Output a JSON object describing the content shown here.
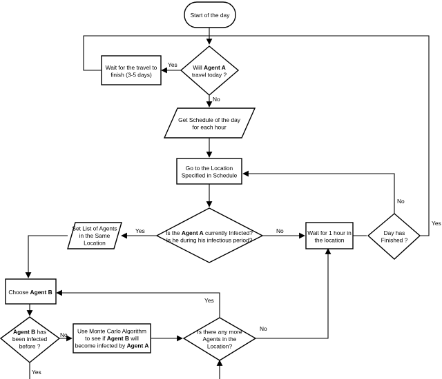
{
  "nodes": {
    "start": {
      "lines": [
        [
          {
            "t": "Start of the day"
          }
        ]
      ]
    },
    "travel_check": {
      "lines": [
        [
          {
            "t": "Will "
          },
          {
            "t": "Agent A",
            "b": true
          }
        ],
        [
          {
            "t": "travel today ?"
          }
        ]
      ]
    },
    "wait_travel": {
      "lines": [
        [
          {
            "t": "Wait for the travel to"
          }
        ],
        [
          {
            "t": "finish (3-5 days)"
          }
        ]
      ]
    },
    "schedule": {
      "lines": [
        [
          {
            "t": "Get Schedule of the day"
          }
        ],
        [
          {
            "t": "for each hour"
          }
        ]
      ]
    },
    "goto_location": {
      "lines": [
        [
          {
            "t": "Go to the Location"
          }
        ],
        [
          {
            "t": "Specified in Schedule"
          }
        ]
      ]
    },
    "infected_check": {
      "lines": [
        [
          {
            "t": "Is the "
          },
          {
            "t": "Agent A",
            "b": true
          },
          {
            "t": " currently Infected?"
          }
        ],
        [
          {
            "t": "Is he during his infectious period?"
          }
        ]
      ]
    },
    "set_list": {
      "lines": [
        [
          {
            "t": "Set List of Agents"
          }
        ],
        [
          {
            "t": "in the Same"
          }
        ],
        [
          {
            "t": "Location"
          }
        ]
      ]
    },
    "wait_hour": {
      "lines": [
        [
          {
            "t": "Wait for 1 hour in"
          }
        ],
        [
          {
            "t": "the location"
          }
        ]
      ]
    },
    "day_finished": {
      "lines": [
        [
          {
            "t": "Day has"
          }
        ],
        [
          {
            "t": "Finished ?"
          }
        ]
      ]
    },
    "choose_agent": {
      "lines": [
        [
          {
            "t": "Choose "
          },
          {
            "t": "Agent B",
            "b": true
          }
        ]
      ]
    },
    "b_infected": {
      "lines": [
        [
          {
            "t": "Agent B",
            "b": true
          },
          {
            "t": " has"
          }
        ],
        [
          {
            "t": "been infected"
          }
        ],
        [
          {
            "t": "before ?"
          }
        ]
      ]
    },
    "monte_carlo": {
      "lines": [
        [
          {
            "t": "Use Monte Carlo Algorithm"
          }
        ],
        [
          {
            "t": "to see if "
          },
          {
            "t": "Agent B",
            "b": true
          },
          {
            "t": " will"
          }
        ],
        [
          {
            "t": "become infected by "
          },
          {
            "t": "Agent A",
            "b": true
          }
        ]
      ]
    },
    "more_agents": {
      "lines": [
        [
          {
            "t": "Is there any more"
          }
        ],
        [
          {
            "t": "Agents in the"
          }
        ],
        [
          {
            "t": "Location?"
          }
        ]
      ]
    }
  },
  "edge_labels": {
    "travel_yes": "Yes",
    "travel_no": "No",
    "infected_yes": "Yes",
    "infected_no": "No",
    "day_no": "No",
    "day_yes": "Yes",
    "more_yes": "Yes",
    "more_no": "No",
    "b_no": "No",
    "b_yes": "Yes"
  }
}
